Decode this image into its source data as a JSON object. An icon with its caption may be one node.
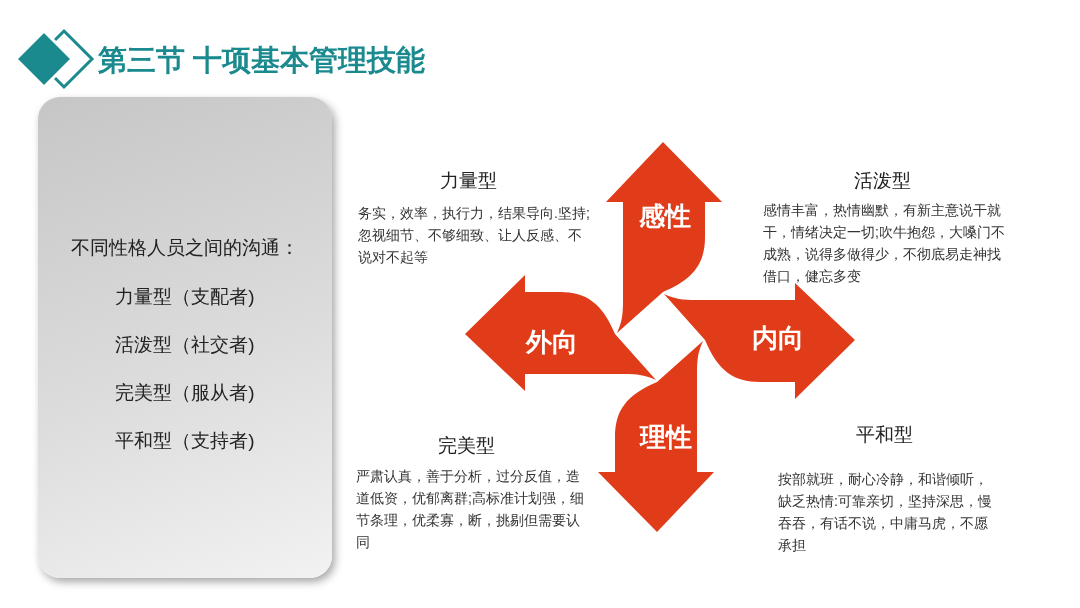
{
  "diagram": {
    "title": "第三节 十项基本管理技能",
    "nodes": [
      {
        "text": [
          "不同性格人员之间的沟通：",
          "力量型（支配者)",
          "活泼型（社交者)",
          "完美型（服从者)",
          "平和型（支持者)"
        ]
      },
      {
        "text": [
          "感性"
        ]
      },
      {
        "text": [
          "外向"
        ]
      },
      {
        "text": [
          "内向"
        ]
      },
      {
        "text": [
          "理性"
        ]
      }
    ],
    "labels": [
      "力量型",
      "务实，效率，执行力，结果导向.坚持;忽视细节、不够细致、让人反感、不说对不起等",
      "活泼型",
      "感情丰富，热情幽默，有新主意说干就干，情绪决定一切;吹牛抱怨，大嗓门不成熟，说得多做得少，不彻底易走神找借口，健忘多变",
      "完美型",
      "严肃认真，善于分析，过分反值，造道低资，优郁离群;高标准计划强，细节条理，优柔寡，断，挑剔但需要认同",
      "平和型",
      "按部就班，耐心冷静，和谐倾听，缺乏热情:可靠亲切，坚持深思，慢吞吞，有话不说，中庸马虎，不愿承担"
    ]
  }
}
